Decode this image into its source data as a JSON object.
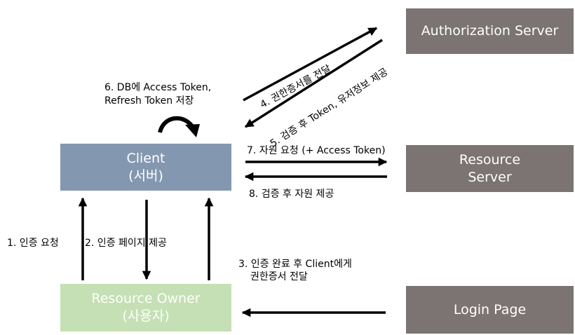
{
  "nodes": {
    "authorization_server": "Authorization Server",
    "resource_server": [
      "Resource",
      "Server"
    ],
    "login_page": "Login Page",
    "client": [
      "Client",
      "(서버)"
    ],
    "resource_owner": [
      "Resource Owner",
      "(사용자)"
    ]
  },
  "steps": {
    "s1": "1. 인증 요청",
    "s2": "2. 인증 페이지 제공",
    "s3": [
      "3. 인증 완료 후 Client에게",
      "권한증서 전달"
    ],
    "s4": "4. 권한증서를 전달",
    "s5": "5. 검증 후 Token, 유저정보 제공",
    "s6": [
      "6. DB에 Access Token,",
      "Refresh Token 저장"
    ],
    "s7": "7. 자원 요청 (+ Access Token)",
    "s8": "8. 검증 후 자원 제공"
  },
  "colors": {
    "server_box": "#7b7472",
    "client_box": "#8497b0",
    "owner_box": "#c5e0b4",
    "arrow": "#000000"
  }
}
